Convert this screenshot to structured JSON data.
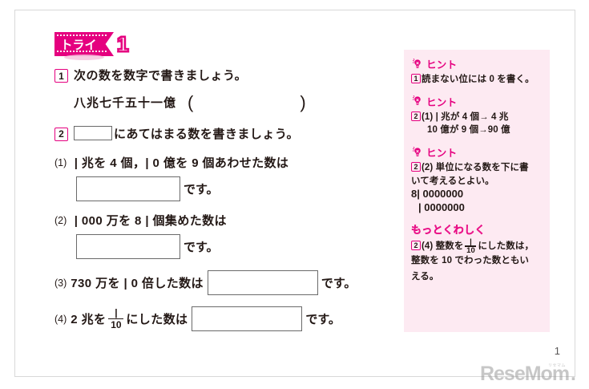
{
  "banner": {
    "label": "トライ",
    "number": "1"
  },
  "problems": [
    {
      "number": "1",
      "instruction": "次の数を数字で書きましょう。",
      "kanji_number": "八兆七千五十一億",
      "paren_open": "(",
      "paren_close": ")"
    },
    {
      "number": "2",
      "instruction_after_box": "にあてはまる数を書きましょう。",
      "items": [
        {
          "label": "(1)",
          "text": "| 兆を 4 個，| 0 億を 9 個あわせた数は",
          "suffix": "です。",
          "layout": "below"
        },
        {
          "label": "(2)",
          "text": "| 000 万を 8 | 個集めた数は",
          "suffix": "です。",
          "layout": "below"
        },
        {
          "label": "(3)",
          "text": "730 万を | 0 倍した数は",
          "suffix": "です。",
          "layout": "inline"
        },
        {
          "label": "(4)",
          "text_before": "2 兆を",
          "fraction_numerator": "|",
          "fraction_denominator": "10",
          "text_after": "にした数は",
          "suffix": "です。",
          "layout": "inline-fraction"
        }
      ]
    }
  ],
  "hints": [
    {
      "icon": "lightbulb-icon",
      "title": "ヒント",
      "marker": "1",
      "lines": [
        "読まない位には 0 を書く。"
      ]
    },
    {
      "icon": "lightbulb-icon",
      "title": "ヒント",
      "marker": "2",
      "lines": [
        "(1) | 兆が 4 個→  4 兆",
        "10 億が 9 個→90 億"
      ]
    },
    {
      "icon": "lightbulb-icon",
      "title": "ヒント",
      "marker": "2",
      "lines": [
        "(2) 単位になる数を下に書",
        "いて考えるとよい。"
      ],
      "digits": [
        "8| 0000000",
        "| 0000000"
      ]
    },
    {
      "icon": "more-detail-icon",
      "title": "もっとくわしく",
      "marker": "2",
      "text_before": "(4) 整数を",
      "fraction_numerator": "|",
      "fraction_denominator": "10",
      "text_after": "にした数は，",
      "lines": [
        "整数を 10 でわった数ともい",
        "える。"
      ]
    }
  ],
  "footer": {
    "page_number": "1",
    "watermark": "ReseMom",
    "watermark_sup": "リセマム",
    "watermark_dot": "."
  },
  "colors": {
    "accent_magenta": "#e5007f",
    "hint_panel_bg": "#fdeaf2",
    "text": "#231815",
    "box_border": "#6a6a6a"
  }
}
